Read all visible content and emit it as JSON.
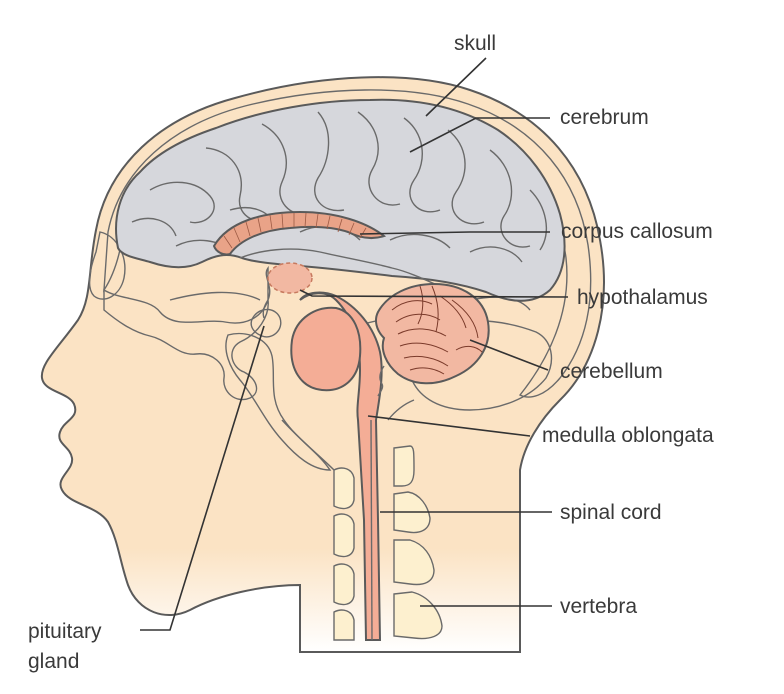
{
  "labels": {
    "skull": "skull",
    "cerebrum": "cerebrum",
    "corpus_callosum": "corpus callosum",
    "hypothalamus": "hypothalamus",
    "cerebellum": "cerebellum",
    "medulla_oblongata": "medulla oblongata",
    "spinal_cord": "spinal cord",
    "vertebra": "vertebra",
    "pituitary_line1": "pituitary",
    "pituitary_line2": "gland"
  },
  "colors": {
    "skin": "#fbe3c4",
    "skull_bone": "#fdf0cf",
    "cerebrum": "#d6d7dc",
    "brainstem": "#f4ad96",
    "corpus": "#e9a388",
    "cerebellum": "#f2b8a2",
    "outline": "#5a5a5a"
  }
}
